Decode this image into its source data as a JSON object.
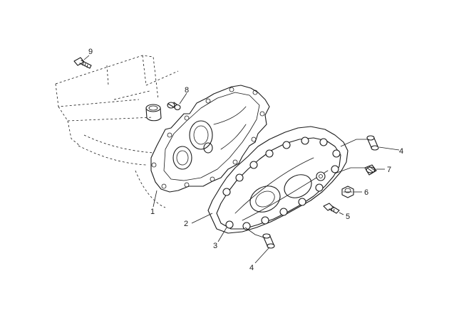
{
  "callouts": {
    "c1": "1",
    "c2": "2",
    "c3": "3",
    "c4a": "4",
    "c4b": "4",
    "c5": "5",
    "c6": "6",
    "c7": "7",
    "c8": "8",
    "c9": "9"
  }
}
